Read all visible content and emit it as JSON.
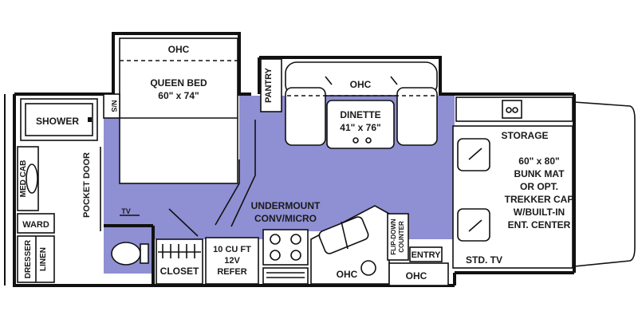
{
  "colors": {
    "floor": "#8f8fd4",
    "wall": "#111111",
    "fixture": "#ffffff"
  },
  "labels": {
    "ohc_bed": "OHC",
    "queen_bed": "QUEEN BED",
    "queen_bed_size": "60\" x 74\"",
    "ns": "N/S",
    "pantry": "PANTRY",
    "ohc_dinette": "OHC",
    "dinette": "DINETTE",
    "dinette_size": "41\" x 76\"",
    "storage": "STORAGE",
    "bunk_line1": "60\" x 80\"",
    "bunk_line2": "BUNK MAT",
    "bunk_line3": "OR OPT.",
    "bunk_line4": "TREKKER CAP",
    "bunk_line5": "W/BUILT-IN",
    "bunk_line6": "ENT. CENTER",
    "shower": "SHOWER",
    "pocket_door": "POCKET DOOR",
    "med_cab": "MED CAB",
    "ward": "WARD",
    "dresser": "DRESSER",
    "linen": "LINEN",
    "tv_bath": "TV",
    "closet": "CLOSET",
    "refer_line1": "10 CU FT",
    "refer_line2": "12V",
    "refer_line3": "REFER",
    "undermount_line1": "UNDERMOUNT",
    "undermount_line2": "CONV/MICRO",
    "flip_line1": "FLIP-DOWN",
    "flip_line2": "COUNTER",
    "entry": "ENTRY",
    "ohc_galley": "OHC",
    "ohc_entry": "OHC",
    "std_tv": "STD. TV"
  }
}
